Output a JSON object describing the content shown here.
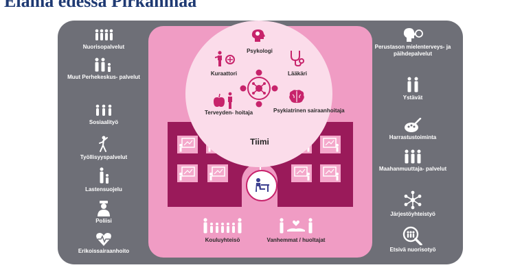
{
  "slide": {
    "title": "Elämä edessä Pirkanmaa"
  },
  "left_column": [
    {
      "label": "Nuorisopalvelut",
      "icon": "group-icon"
    },
    {
      "label": "Muut Perhekeskus- palvelut",
      "icon": "family-icon"
    },
    {
      "label": "Sosiaalityö",
      "icon": "group-icon"
    },
    {
      "label": "Työllisyyspalvelut",
      "icon": "worker-icon"
    },
    {
      "label": "Lastensuojelu",
      "icon": "parent-child-icon"
    },
    {
      "label": "Poliisi",
      "icon": "police-icon"
    },
    {
      "label": "Erikoissairaanhoito",
      "icon": "heartbeat-icon"
    }
  ],
  "right_column": [
    {
      "label": "Perustason mielenterveys- ja päihdepalvelut",
      "icon": "head-icon"
    },
    {
      "label": "Ystävät",
      "icon": "friends-icon"
    },
    {
      "label": "Harrastustoiminta",
      "icon": "palette-icon"
    },
    {
      "label": "Maahanmuuttaja- palvelut",
      "icon": "group-icon"
    },
    {
      "label": "Järjestöyhteistyö",
      "icon": "network-icon"
    },
    {
      "label": "Etsivä nuorisotyö",
      "icon": "search-people-icon"
    }
  ],
  "team": {
    "title": "Tiimi",
    "members": {
      "psychologist": "Psykologi",
      "counselor": "Kuraattori",
      "doctor": "Lääkäri",
      "nurse": "Terveyden- hoitaja",
      "psychiatric_nurse": "Psykiatrinen sairaanhoitaja"
    }
  },
  "bottom": {
    "school_community": "Kouluyhteisö",
    "parents": "Vanhemmat / huoltajat"
  },
  "colors": {
    "panel": "#6e6f77",
    "pink": "#f09cc4",
    "building": "#9a1a5a",
    "accent": "#c7236b",
    "title": "#1f3a73"
  }
}
